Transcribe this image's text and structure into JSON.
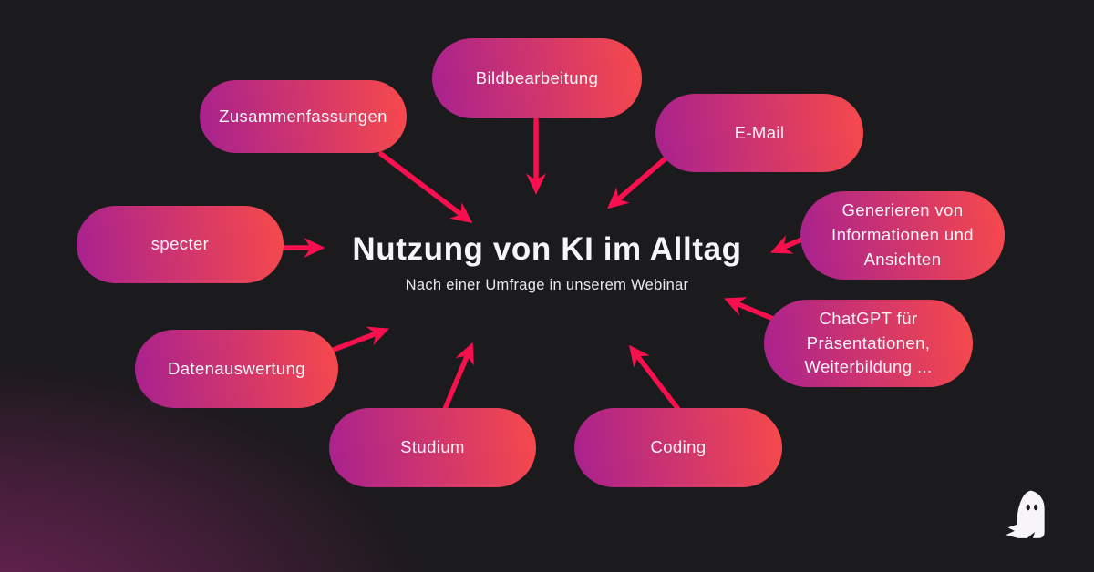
{
  "title": {
    "text": "Nutzung von KI im Alltag",
    "subtitle": "Nach einer Umfrage in unserem Webinar"
  },
  "nodes": [
    {
      "id": "bildbearbeitung",
      "label": "Bildbearbeitung"
    },
    {
      "id": "zusammenfassungen",
      "label": "Zusammenfassungen"
    },
    {
      "id": "email",
      "label": "E-Mail"
    },
    {
      "id": "specter",
      "label": "specter"
    },
    {
      "id": "generieren",
      "label": "Generieren von Informationen und Ansichten"
    },
    {
      "id": "chatgpt",
      "label": "ChatGPT für Präsentationen, Weiterbildung ..."
    },
    {
      "id": "datenauswertung",
      "label": "Datenauswertung"
    },
    {
      "id": "studium",
      "label": "Studium"
    },
    {
      "id": "coding",
      "label": "Coding"
    }
  ],
  "icons": {
    "ghost": "ghost-icon"
  },
  "colors": {
    "background": "#1b1a1c",
    "corner_glow": "#73235a",
    "pill_gradient_start": "#a8218f",
    "pill_gradient_end": "#f4484e",
    "arrow": "#f8104e",
    "title_text": "#f6f5f7",
    "pill_text": "#f7f4f8"
  }
}
